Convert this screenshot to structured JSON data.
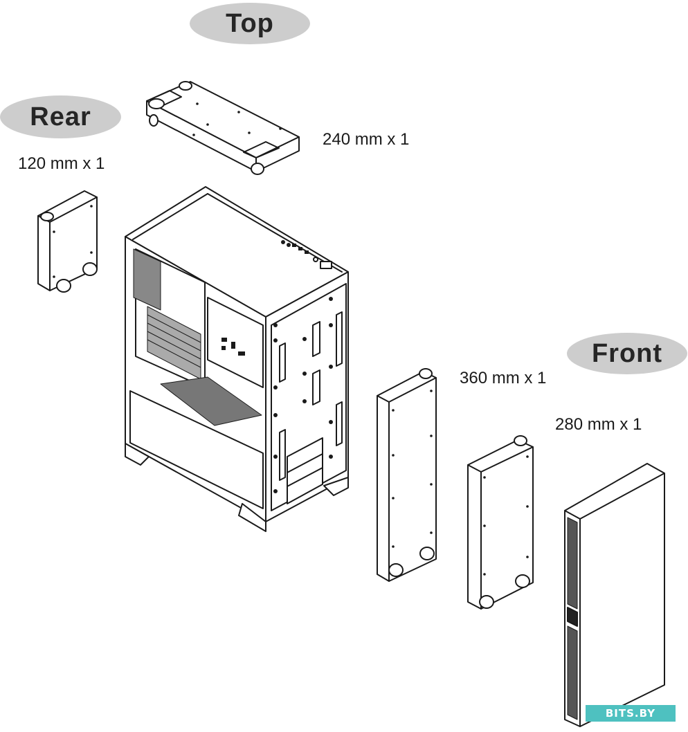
{
  "labels": {
    "top": "Top",
    "rear": "Rear",
    "front": "Front"
  },
  "specs": {
    "top": "240 mm x 1",
    "rear": "120 mm x 1",
    "front_360": "360 mm x 1",
    "front_280": "280 mm x 1"
  },
  "watermark": "BITS.BY",
  "colors": {
    "pill_fill": "#cdcdcd",
    "line": "#1a1a1a",
    "watermark_fill": "#4ec1c0"
  }
}
